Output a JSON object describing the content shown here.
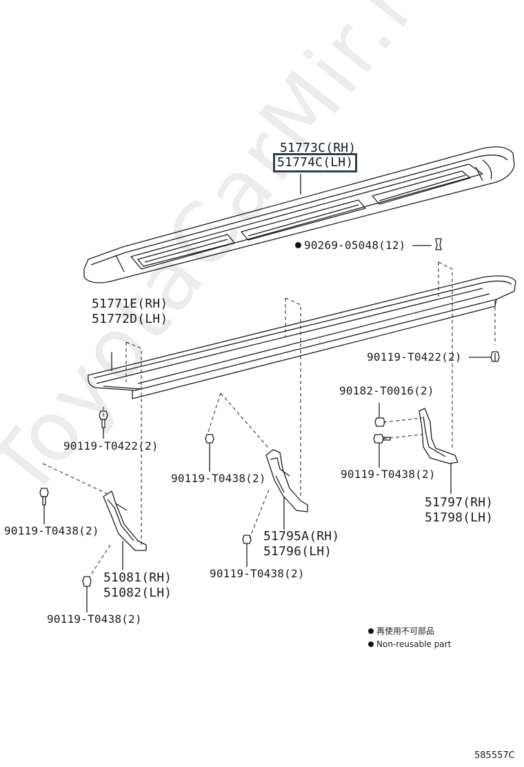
{
  "watermark": "ToyotaCarMir.ru",
  "parts": {
    "step_rh": "51773C(RH)",
    "step_lh": "51774C(LH)",
    "clip": "90269-05048(12)",
    "rail_rh": "51771E(RH)",
    "rail_lh": "51772D(LH)",
    "bolt_right_rail": "90119-T0422(2)",
    "nut_right": "90182-T0016(2)",
    "bolt_left_rail": "90119-T0422(2)",
    "bolt_mid_upper": "90119-T0438(2)",
    "bolt_right_bracket": "90119-T0438(2)",
    "bracket_rear_rh": "51797(RH)",
    "bracket_rear_lh": "51798(LH)",
    "bolt_left_upper": "90119-T0438(2)",
    "bracket_mid_rh": "51795A(RH)",
    "bracket_mid_lh": "51796(LH)",
    "bracket_front_rh": "51081(RH)",
    "bracket_front_lh": "51082(LH)",
    "bolt_mid_lower": "90119-T0438(2)",
    "bolt_left_lower": "90119-T0438(2)"
  },
  "legend": {
    "jp": "再使用不可部品",
    "en": "Non-reusable part"
  },
  "ref_code": "585557C",
  "colors": {
    "line": "#1a1a1a",
    "highlight_box": "#2e3f4a"
  }
}
